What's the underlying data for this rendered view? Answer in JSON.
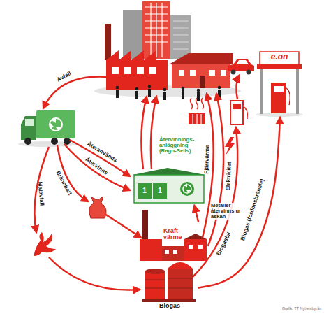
{
  "diagram": {
    "nodes": [
      {
        "text": [
          "Återvinnings- anläggning (Ragn-Sells)"
        ]
      },
      {
        "text": [
          "Kraft- värme"
        ]
      },
      {
        "text": [
          "Biogas"
        ]
      },
      {
        "text": [
          "e.on"
        ]
      }
    ],
    "edges": [
      {
        "from": 1,
        "to": 0,
        "label": "Metaller återvinns ur askan",
        "arrow": "to"
      },
      {
        "from": 2,
        "to": 3,
        "label": "Biogas (fordonsbränsle)",
        "arrow": "to"
      }
    ],
    "labels": [
      "Avfall",
      "Återanvänds",
      "Återvinns",
      "Brännbart",
      "Matavfall",
      "1",
      "1",
      "Fjärrvärme",
      "Elektricitet",
      "Biogasbil",
      "Grafik: TT Nyhetsbyrån"
    ]
  }
}
